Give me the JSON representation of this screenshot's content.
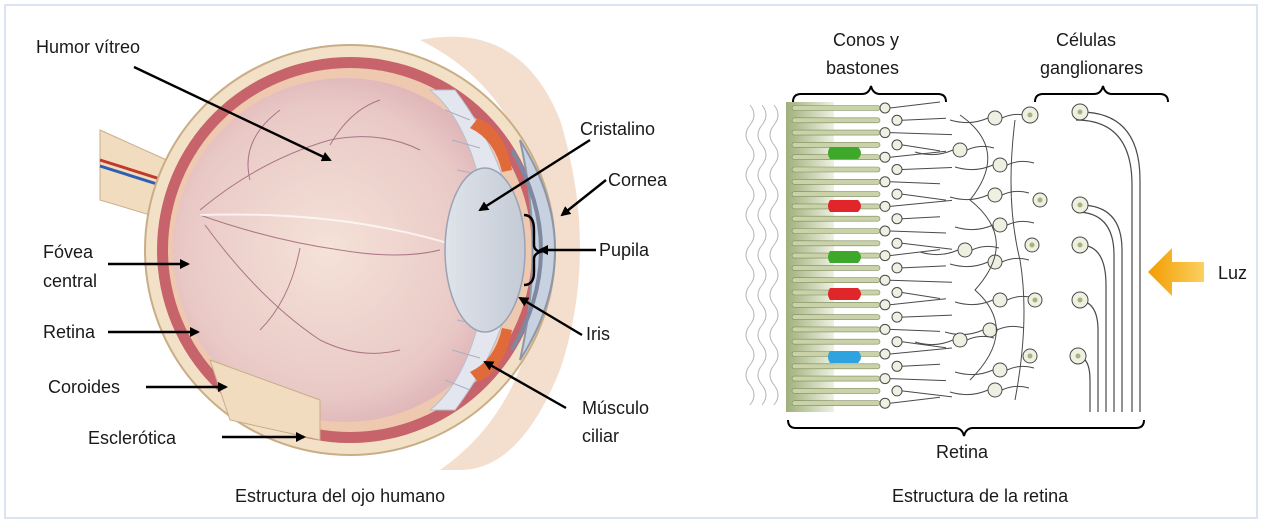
{
  "eye": {
    "caption": "Estructura del ojo humano",
    "labels": {
      "humor_vitreo": "Humor vítreo",
      "cristalino": "Cristalino",
      "cornea": "Cornea",
      "pupila": "Pupila",
      "fovea_1": "Fóvea",
      "fovea_2": "central",
      "retina": "Retina",
      "iris": "Iris",
      "coroides": "Coroides",
      "musculo_1": "Músculo",
      "musculo_2": "ciliar",
      "esclerotica": "Esclerótica"
    }
  },
  "retina": {
    "caption": "Estructura de la retina",
    "labels": {
      "conos_1": "Conos y",
      "conos_2": "bastones",
      "celulas_1": "Células",
      "celulas_2": "ganglionares",
      "luz": "Luz",
      "retina": "Retina"
    },
    "cone_colors": [
      "#3ea82a",
      "#e0262a",
      "#3ea82a",
      "#e0262a",
      "#2fa3e0"
    ],
    "light_color": "#f5a300"
  }
}
